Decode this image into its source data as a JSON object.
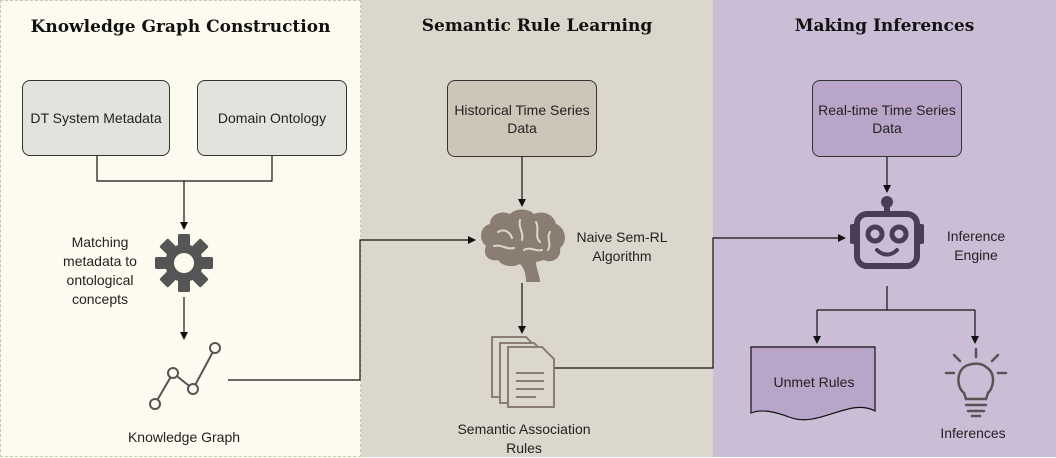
{
  "panels": [
    {
      "title": "Knowledge Graph Construction",
      "color": "#fdfbef"
    },
    {
      "title": "Semantic Rule Learning",
      "color": "#dcd7cc"
    },
    {
      "title": "Making Inferences",
      "color": "#ccbdd7"
    }
  ],
  "boxes": {
    "dt_metadata": "DT System Metadata",
    "domain_ontology": "Domain Ontology",
    "historical_data": "Historical Time Series Data",
    "realtime_data": "Real-time Time Series Data",
    "unmet_rules": "Unmet Rules"
  },
  "labels": {
    "matching": "Matching metadata to ontological concepts",
    "knowledge_graph": "Knowledge Graph",
    "sem_rl": "Naive Sem-RL Algorithm",
    "association_rules": "Semantic Association Rules",
    "inference_engine": "Inference Engine",
    "inferences": "Inferences"
  },
  "icons": [
    "gear-icon",
    "graph-icon",
    "brain-icon",
    "documents-icon",
    "robot-icon",
    "lightbulb-icon"
  ],
  "colors": {
    "box_panel1": "#e3e3dd",
    "box_panel2": "#cdc5b8",
    "box_panel3": "#b9a5c9",
    "icon_gray": "#555555",
    "robot": "#4a3d5a"
  }
}
